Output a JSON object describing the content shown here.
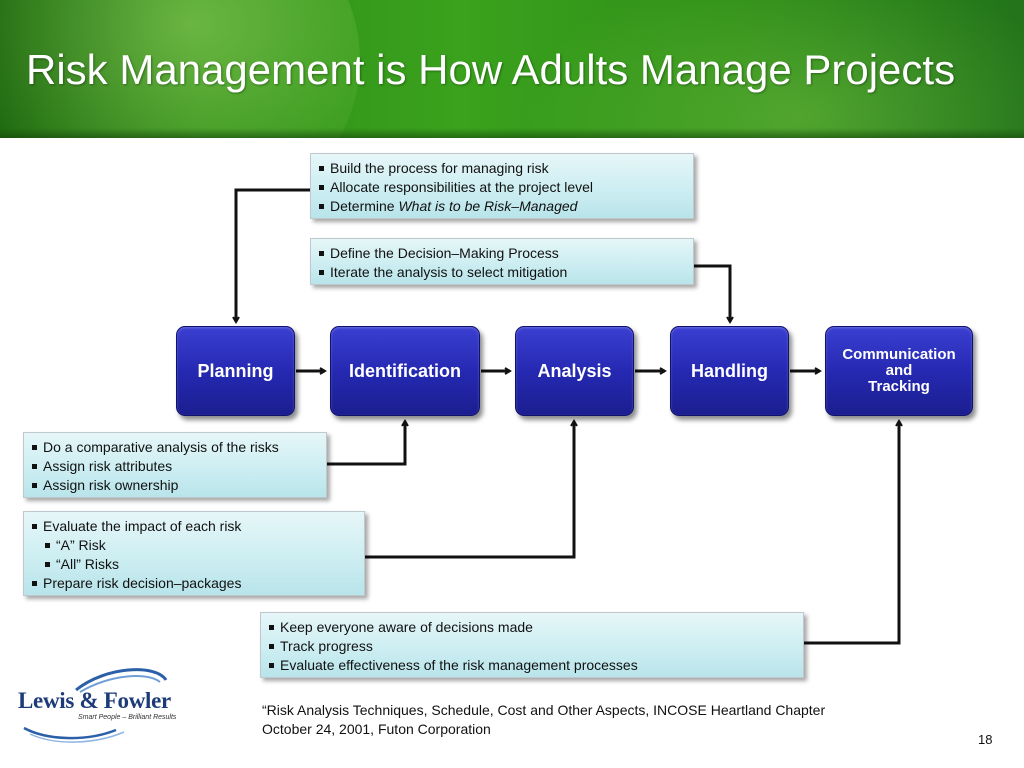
{
  "title": "Risk Management is How Adults Manage Projects",
  "steps": [
    {
      "label": "Planning"
    },
    {
      "label": "Identification"
    },
    {
      "label": "Analysis"
    },
    {
      "label": "Handling"
    },
    {
      "label_lines": [
        "Communication",
        "and",
        "Tracking"
      ]
    }
  ],
  "notes": {
    "planning": {
      "items": [
        "Build the process for managing risk",
        "Allocate responsibilities at the project level"
      ],
      "item3_prefix": "Determine ",
      "item3_emphasis": "What is to be Risk–Managed"
    },
    "handling": {
      "items": [
        "Define the Decision–Making Process",
        "Iterate the analysis to select mitigation"
      ]
    },
    "identification": {
      "items": [
        "Do a comparative analysis of the risks",
        "Assign risk attributes",
        "Assign risk ownership"
      ]
    },
    "analysis": {
      "item1": "Evaluate the impact of each risk",
      "sub_items": [
        "“A” Risk",
        "“All” Risks"
      ],
      "item2": "Prepare risk decision–packages"
    },
    "tracking": {
      "items": [
        "Keep everyone aware of decisions made",
        "Track progress",
        "Evaluate effectiveness of the risk management processes"
      ]
    }
  },
  "citation": {
    "line1": "“Risk Analysis Techniques, Schedule, Cost and Other Aspects, INCOSE Heartland Chapter",
    "line2": "October 24, 2001, Futon Corporation"
  },
  "logo": {
    "name": "Lewis & Fowler",
    "tagline": "Smart People – Brilliant Results"
  },
  "page_number": "18",
  "colors": {
    "header_green": "#2f8f17",
    "step_blue": "#2529b2",
    "note_fill": "#cdeef2"
  }
}
